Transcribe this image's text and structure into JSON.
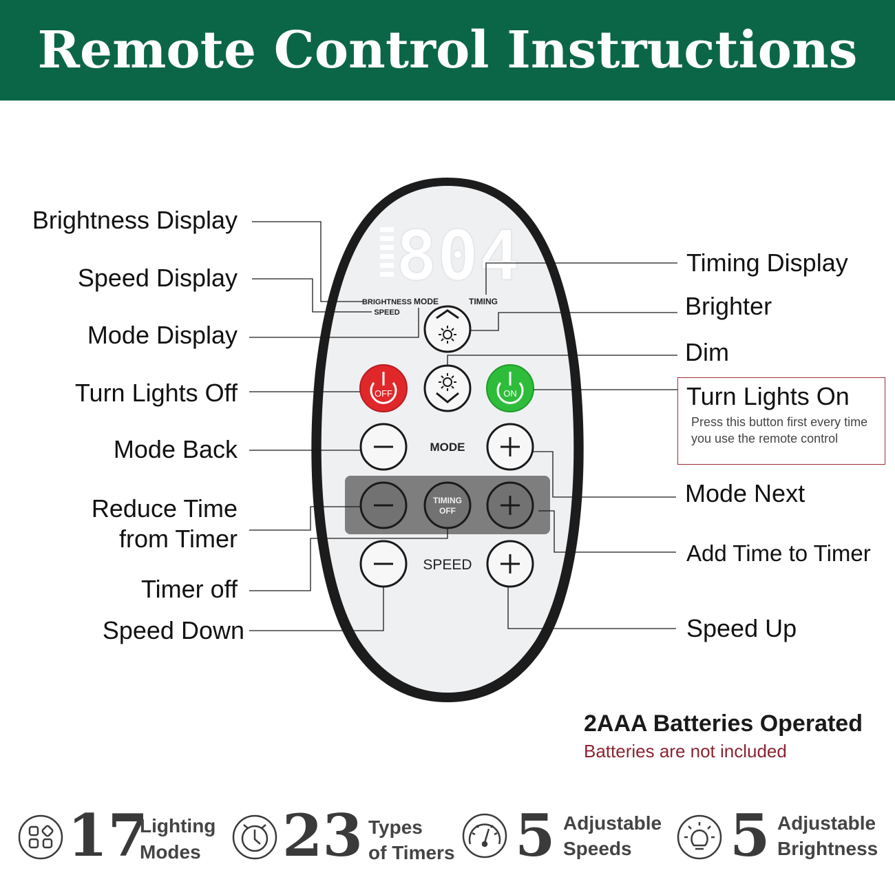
{
  "title": "Remote Control Instructions",
  "remote": {
    "display_digits": "804",
    "display_labels": {
      "brightness": "BRIGHTNESS",
      "speed": "SPEED",
      "mode": "MODE",
      "timing": "TIMING"
    },
    "off_label": "OFF",
    "on_label": "ON",
    "mode_label": "MODE",
    "timing_off_line1": "TIMING",
    "timing_off_line2": "OFF",
    "speed_label": "SPEED"
  },
  "labels_left": {
    "brightness_display": "Brightness Display",
    "speed_display": "Speed Display",
    "mode_display": "Mode Display",
    "turn_lights_off": "Turn Lights Off",
    "mode_back": "Mode Back",
    "reduce_time_line1": "Reduce Time",
    "reduce_time_line2": "from Timer",
    "timer_off": "Timer off",
    "speed_down": "Speed Down"
  },
  "labels_right": {
    "timing_display": "Timing Display",
    "brighter": "Brighter",
    "dim": "Dim",
    "turn_lights_on": "Turn Lights On",
    "turn_lights_on_note": "Press this button first every time you use the remote control",
    "mode_next": "Mode Next",
    "add_time": "Add Time to Timer",
    "speed_up": "Speed Up"
  },
  "batteries": {
    "title": "2AAA Batteries Operated",
    "note": "Batteries are not included"
  },
  "stats": [
    {
      "icon": "modes-grid-icon",
      "number": "17",
      "line1": "Lighting",
      "line2": "Modes"
    },
    {
      "icon": "timer-clock-icon",
      "number": "23",
      "line1": "Types",
      "line2": "of Timers"
    },
    {
      "icon": "speedometer-icon",
      "number": "5",
      "line1": "Adjustable",
      "line2": "Speeds"
    },
    {
      "icon": "lightbulb-icon",
      "number": "5",
      "line1": "Adjustable",
      "line2": "Brightness"
    }
  ],
  "colors": {
    "header_bg": "#0b6647",
    "off_red": "#e0282b",
    "on_green": "#2ebd3a",
    "note_border": "#9e2a34"
  }
}
